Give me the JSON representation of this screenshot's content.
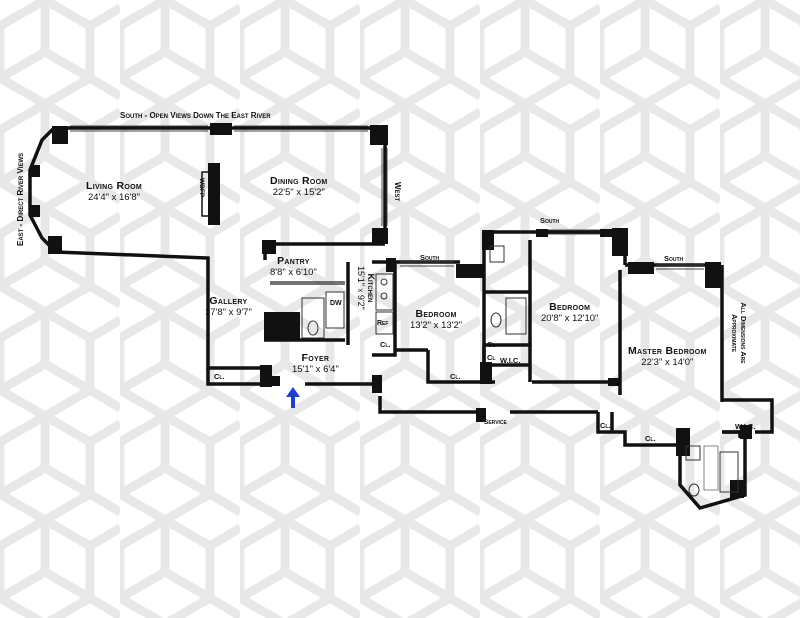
{
  "orientation": {
    "south_top": "South - Open Views Down The East River",
    "east": "East - Direct River Views",
    "west": "West",
    "south_bed": "South",
    "south_bed2": "South",
    "south_master": "South"
  },
  "rooms": {
    "living": {
      "name": "Living Room",
      "dim": "24'4\" x 16'8\""
    },
    "dining": {
      "name": "Dining Room",
      "dim": "22'5\" x 15'2\""
    },
    "pantry": {
      "name": "Pantry",
      "dim": "8'8\" x 6'10\""
    },
    "kitchen": {
      "name": "Kitchen",
      "dim": "15'1\" x 9'2\""
    },
    "gallery": {
      "name": "Gallery",
      "dim": "17'8\" x 9'7\""
    },
    "foyer": {
      "name": "Foyer",
      "dim": "15'1\" x 6'4\""
    },
    "bedroom1": {
      "name": "Bedroom",
      "dim": "13'2\" x 13'2\""
    },
    "bedroom2": {
      "name": "Bedroom",
      "dim": "20'8\" x 12'10\""
    },
    "master": {
      "name": "Master Bedroom",
      "dim": "22'3\" x 14'0\""
    }
  },
  "small_labels": {
    "wbfp": "WBFP",
    "dw": "DW",
    "ref": "Ref",
    "cl_kitchen": "Cl.",
    "cl_foyer": "Cl.",
    "cl_bed": "Cl.",
    "cl_a": "Cl",
    "cl_b": "Cl",
    "wic_bed": "W.I.C.",
    "service": "Service",
    "cl_hall": "Cl.",
    "cl_master": "Cl.",
    "wic_master": "W.I.C."
  },
  "note": "All Dimensions Are Approximate",
  "colors": {
    "wall": "#111111",
    "pattern": "#e6e6e6",
    "entry_arrow": "#1f3fd6"
  }
}
